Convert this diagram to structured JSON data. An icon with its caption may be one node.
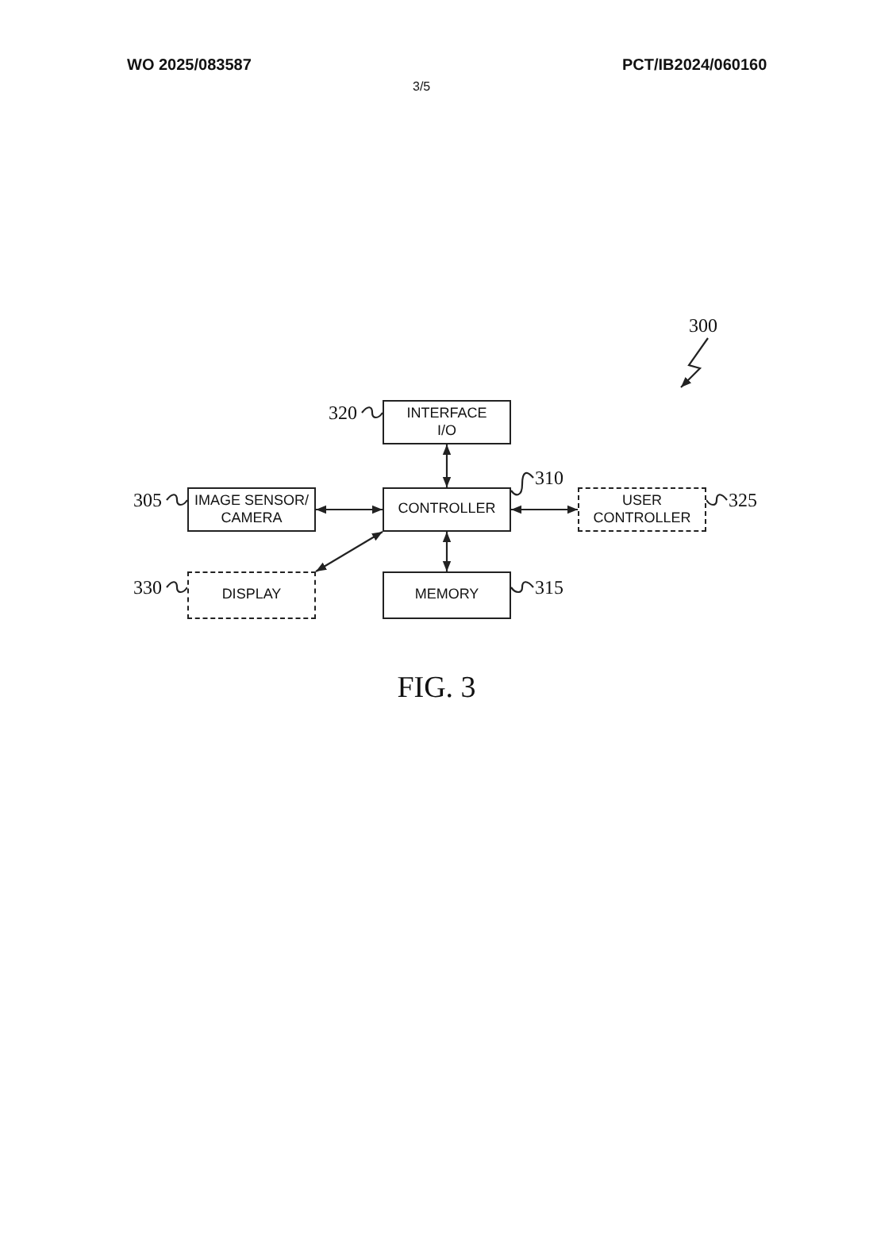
{
  "diagram": {
    "caption": "FIG. 3",
    "nodes": [
      {
        "text": [
          "INTERFACE I/O"
        ]
      },
      {
        "text": [
          "IMAGE SENSOR/ CAMERA"
        ]
      },
      {
        "text": [
          "CONTROLLER"
        ]
      },
      {
        "text": [
          "USER CONTROLLER"
        ]
      },
      {
        "text": [
          "DISPLAY"
        ]
      },
      {
        "text": [
          "MEMORY"
        ]
      },
      {
        "text": [
          "320"
        ]
      },
      {
        "text": [
          "305"
        ]
      },
      {
        "text": [
          "310"
        ]
      },
      {
        "text": [
          "325"
        ]
      },
      {
        "text": [
          "330"
        ]
      },
      {
        "text": [
          "315"
        ]
      },
      {
        "text": [
          "300"
        ]
      }
    ],
    "edges": [
      {
        "from": 0,
        "to": 2,
        "arrow": "both"
      },
      {
        "from": 1,
        "to": 2,
        "arrow": "both"
      },
      {
        "from": 2,
        "to": 3,
        "arrow": "both"
      },
      {
        "from": 2,
        "to": 4,
        "arrow": "both"
      },
      {
        "from": 2,
        "to": 5,
        "arrow": "both"
      },
      {
        "from": 6,
        "to": 0,
        "arrow": "none"
      },
      {
        "from": 7,
        "to": 1,
        "arrow": "none"
      },
      {
        "from": 8,
        "to": 2,
        "arrow": "none"
      },
      {
        "from": 9,
        "to": 3,
        "arrow": "none"
      },
      {
        "from": 10,
        "to": 4,
        "arrow": "none"
      },
      {
        "from": 11,
        "to": 5,
        "arrow": "none"
      },
      {
        "from": 12,
        "to": null,
        "arrow": "to"
      }
    ],
    "labels": [
      "WO 2025/083587",
      "PCT/IB2024/060160",
      "3/5"
    ]
  }
}
